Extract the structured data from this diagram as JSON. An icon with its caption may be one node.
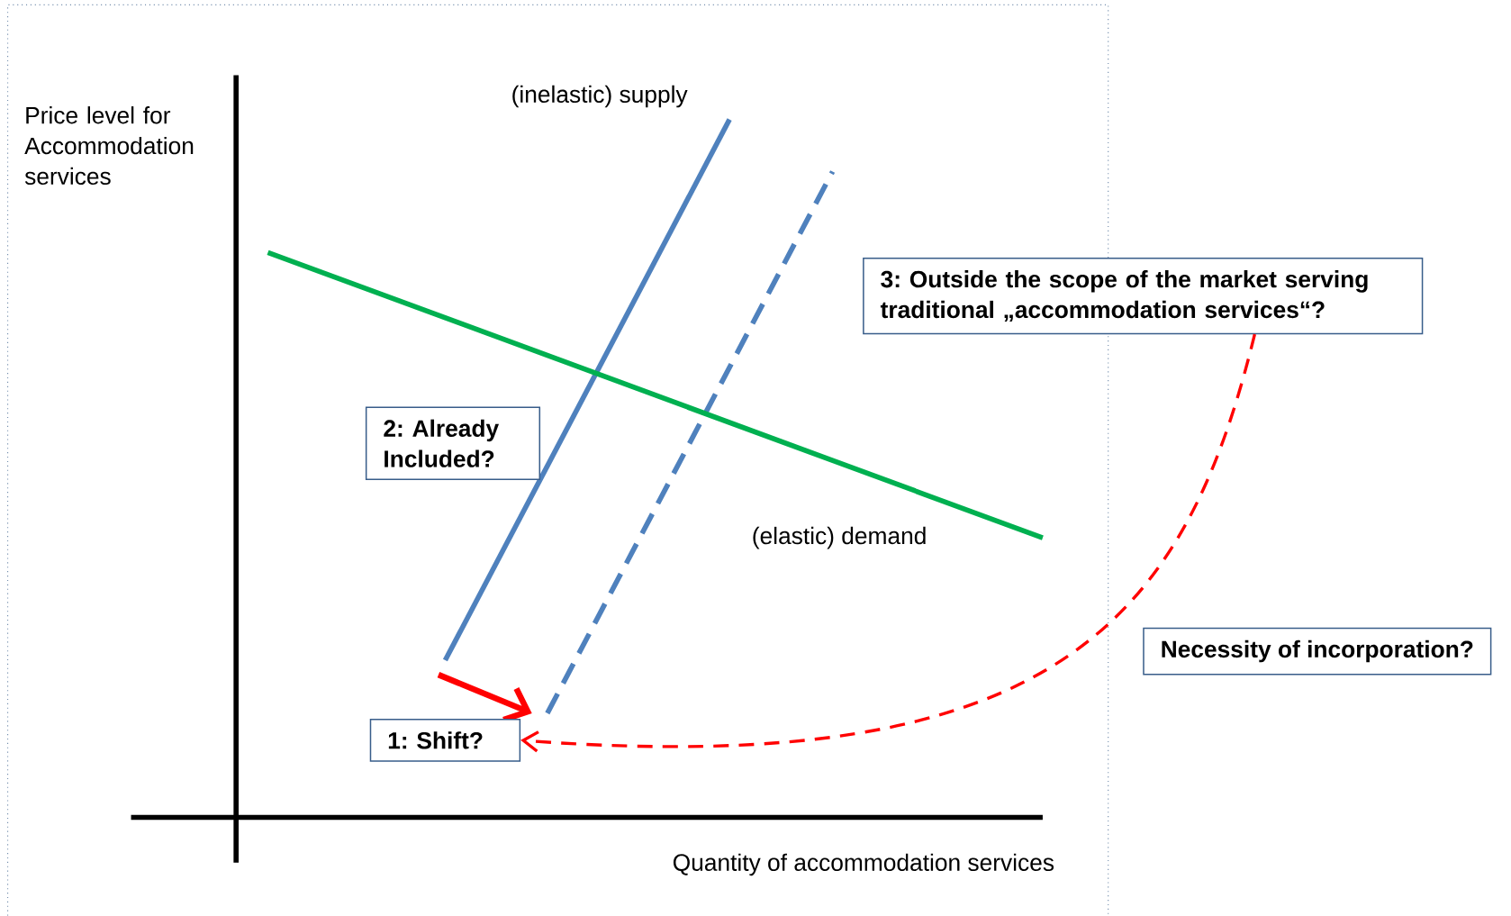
{
  "diagram": {
    "nodes": [
      {
        "text": [
          "3: Outside the scope of the market serving traditional „accommodation services“?"
        ]
      },
      {
        "text": [
          "2: Already Included?"
        ]
      },
      {
        "text": [
          "1: Shift?"
        ]
      }
    ],
    "edges": [
      {
        "from": 0,
        "to": 2,
        "arrow": "to",
        "style": "dashed",
        "color": "#ff0000",
        "label": "Necessity of incorporation?"
      }
    ],
    "labels": [
      "Price level for Accommodation services",
      "(inelastic) supply",
      "(elastic) demand",
      "Quantity of accommodation services"
    ]
  }
}
